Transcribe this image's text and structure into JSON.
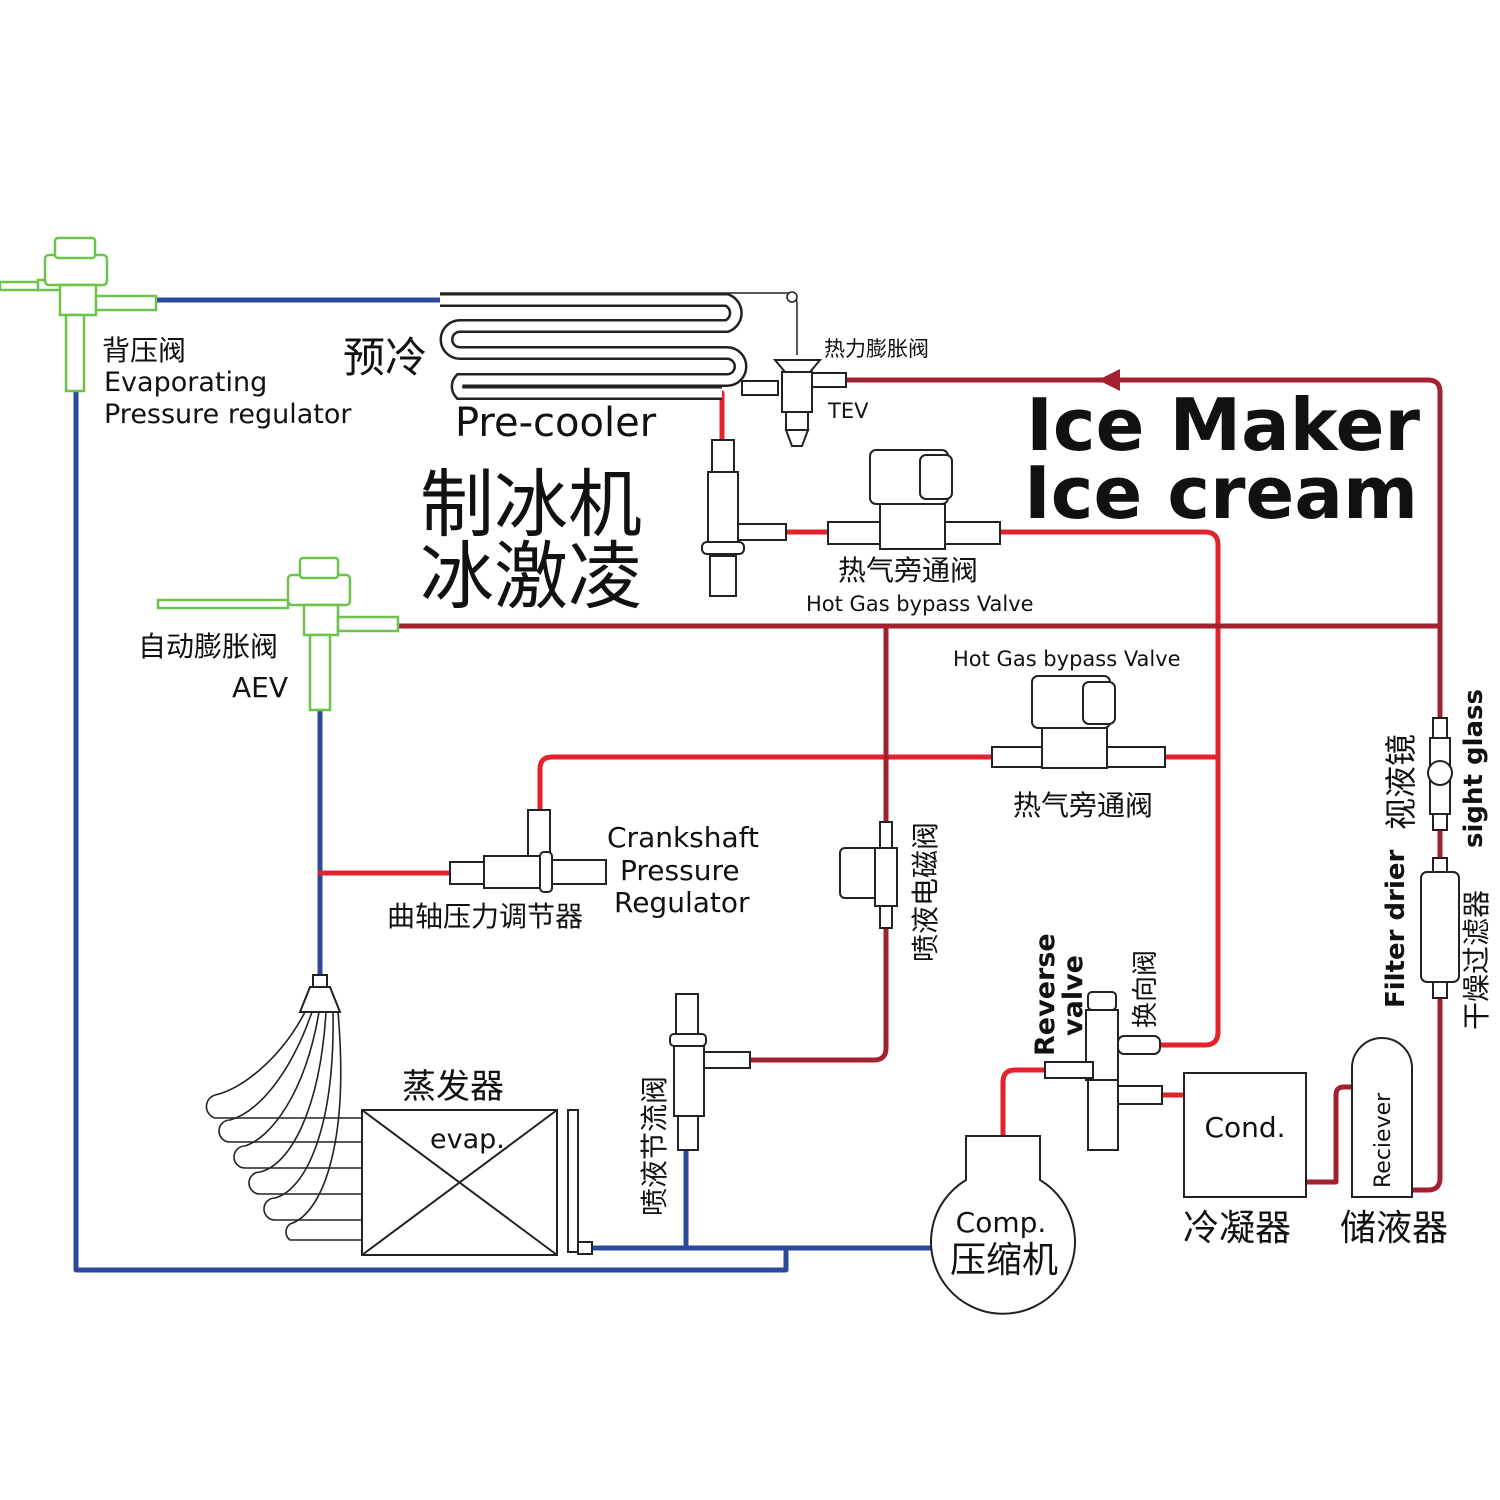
{
  "colors": {
    "suction": "#2b4a9c",
    "hot_gas": "#e3232c",
    "liquid": "#a3212f",
    "regulator": "#6cc24a",
    "outline": "#222222"
  },
  "title": {
    "line1": "Ice Maker",
    "line2": "Ice cream",
    "cn_line1": "制冰机",
    "cn_line2": "冰激凌"
  },
  "labels": {
    "epr_cn": "背压阀",
    "epr_en1": "Evaporating",
    "epr_en2": "Pressure regulator",
    "precooler_cn": "预冷",
    "precooler_en": "Pre-cooler",
    "tev_cn": "热力膨胀阀",
    "tev_en": "TEV",
    "hgbv1_cn": "热气旁通阀",
    "hgbv1_en": "Hot Gas bypass Valve",
    "aev_cn": "自动膨胀阀",
    "aev_en": "AEV",
    "hgbv2_en": "Hot Gas bypass Valve",
    "hgbv2_cn": "热气旁通阀",
    "cpr_en1": "Crankshaft",
    "cpr_en2": "Pressure",
    "cpr_en3": "Regulator",
    "cpr_cn": "曲轴压力调节器",
    "liquid_solenoid_cn": "喷液电磁阀",
    "liquid_throttle_cn": "喷液节流阀",
    "evaporator_cn": "蒸发器",
    "evaporator_en": "evap.",
    "reverse_en1": "Reverse",
    "reverse_en2": "valve",
    "reverse_cn": "换向阀",
    "compressor_en": "Comp.",
    "compressor_cn": "压缩机",
    "condenser_en": "Cond.",
    "condenser_cn": "冷凝器",
    "receiver_en": "Reciever",
    "receiver_cn": "储液器",
    "sight_glass_cn": "视液镜",
    "sight_glass_en": "sight glass",
    "filter_en": "Filter drier",
    "filter_cn": "干燥过滤器"
  }
}
